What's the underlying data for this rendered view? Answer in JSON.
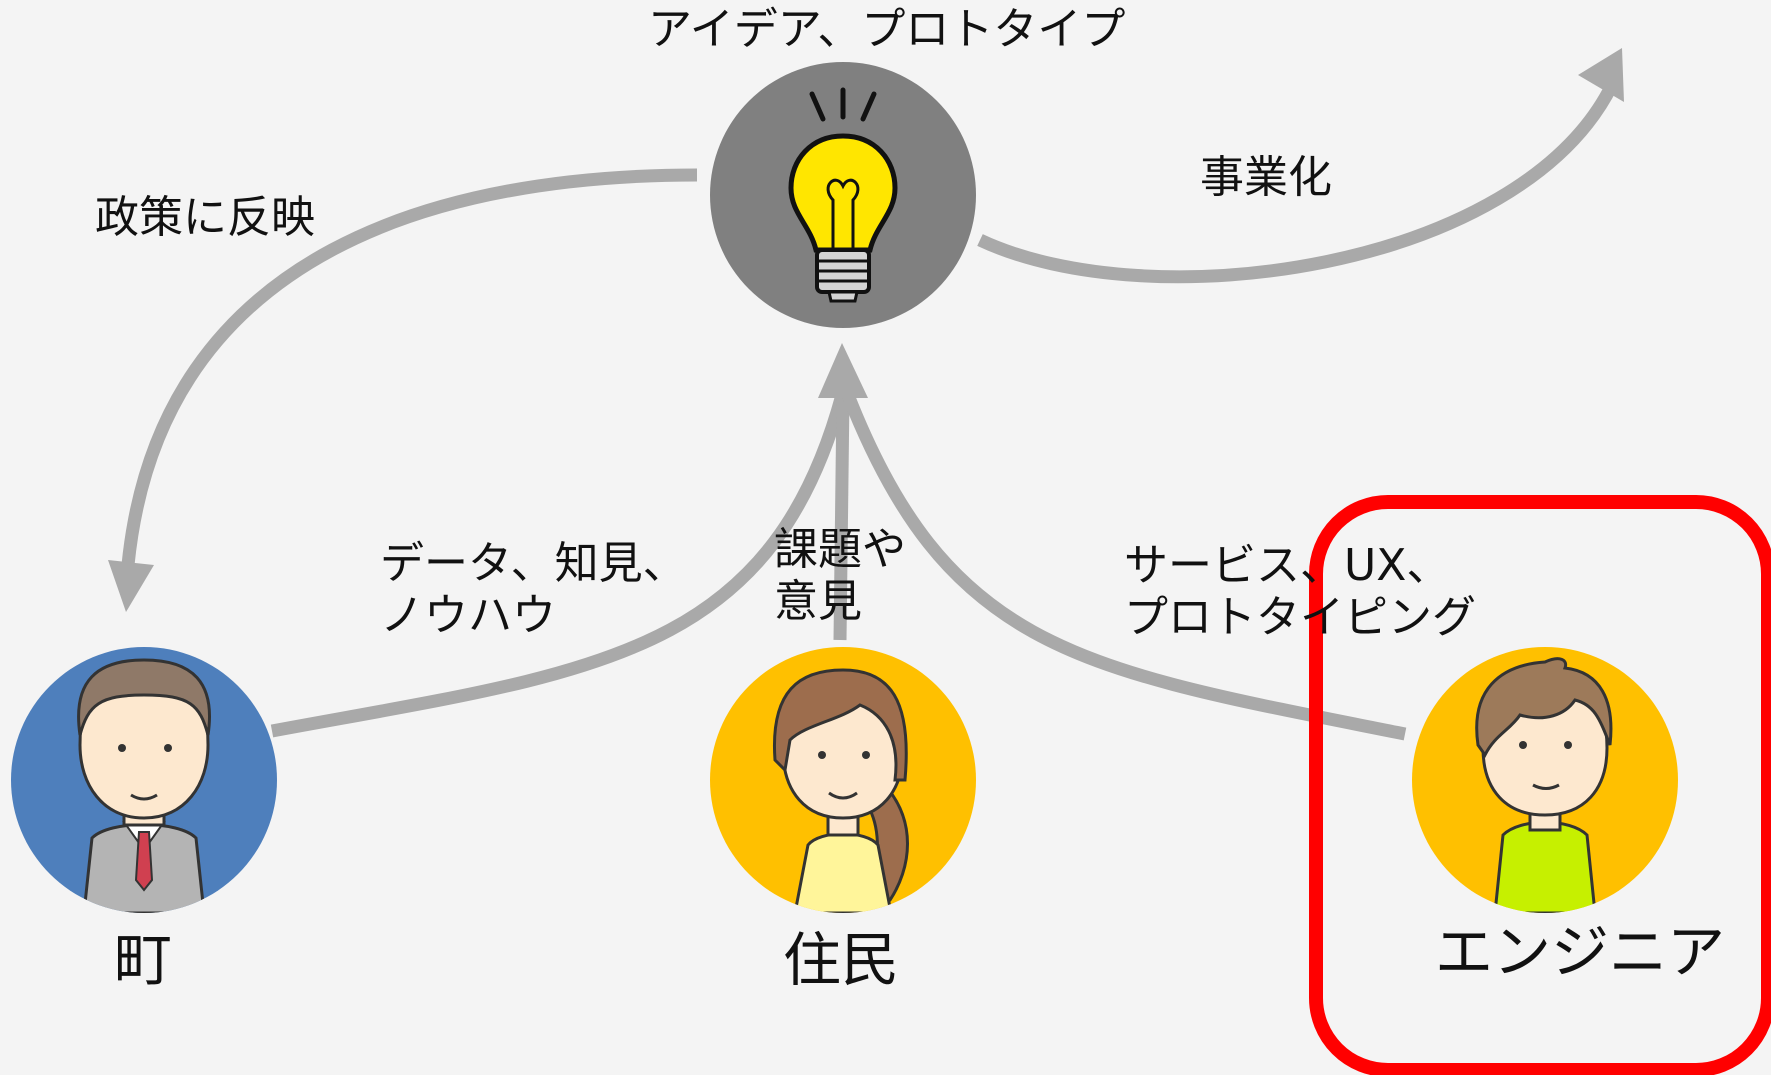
{
  "nodes": {
    "idea": {
      "caption": "アイデア、プロトタイプ",
      "icon": "lightbulb-icon",
      "color": "#808080"
    },
    "town": {
      "caption": "町",
      "icon": "businessman-icon",
      "color": "#4e7fbc"
    },
    "residents": {
      "caption": "住民",
      "icon": "woman-icon",
      "color": "#ffc000"
    },
    "engineer": {
      "caption": "エンジニア",
      "icon": "young-man-icon",
      "color": "#ffc000",
      "highlighted": true
    }
  },
  "edges": {
    "idea_to_town": "政策に反映",
    "idea_to_business": "事業化",
    "town_to_idea": "データ、知見、\nノウハウ",
    "residents_to_idea": "課題や\n意見",
    "engineer_to_idea": "サービス、UX、\nプロトタイピング"
  },
  "colors": {
    "arrow": "#a9a9a9",
    "highlight": "#ff0000",
    "background": "#f4f4f4"
  }
}
